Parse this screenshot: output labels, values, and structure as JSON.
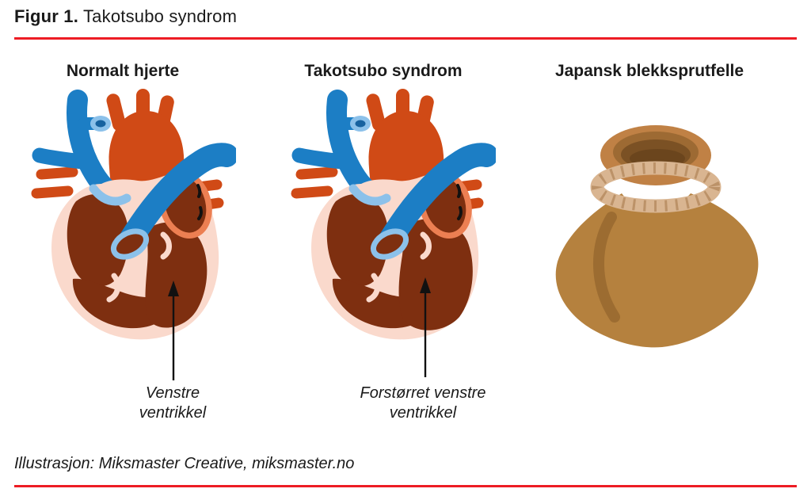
{
  "title": {
    "prefix": "Figur 1.",
    "text": "Takotsubo syndrom"
  },
  "panels": {
    "normal_heart": {
      "heading": "Normalt hjerte",
      "annotation": "Venstre ventrikkel"
    },
    "takotsubo_heart": {
      "heading": "Takotsubo syndrom",
      "annotation": "Forstørret venstre ventrikkel"
    },
    "octopus_trap": {
      "heading": "Japansk blekksprutfelle"
    }
  },
  "credit": "Illustrasjon: Miksmaster Creative, miksmaster.no",
  "colors": {
    "accent_red": "#ED1C24",
    "text": "#1A1A1A",
    "arrow_black": "#111111",
    "heart_wall_pink": "#FAD9CC",
    "heart_chamber_brown": "#7E2F10",
    "artery_orange": "#D04A16",
    "atrium_rim_salmon": "#EC7F52",
    "vein_blue": "#1C7EC5",
    "vein_light_blue": "#8CC1EA",
    "vein_opening_blue": "#17629F",
    "pot_body": "#B5813E",
    "pot_shadow": "#9C6C31",
    "pot_rim": "#C08145",
    "pot_mouth_mid": "#9D6A33",
    "pot_mouth_dark": "#7B5124",
    "pot_mouth_deep": "#6B451D",
    "rope_tan": "#D9B591",
    "rope_line": "#B68C60"
  }
}
